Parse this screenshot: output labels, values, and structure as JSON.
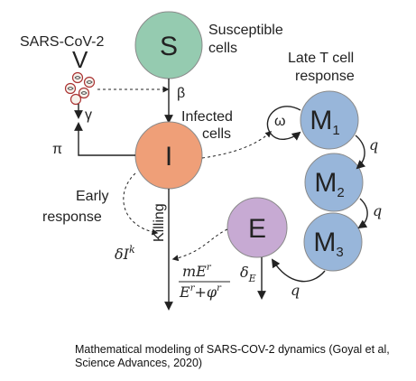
{
  "diagram": {
    "nodes": {
      "S": {
        "letter": "S",
        "label_line1": "Susceptible",
        "label_line2": "cells",
        "color": "#95cbb0"
      },
      "I": {
        "letter": "I",
        "label_line1": "Infected",
        "label_line2": "cells",
        "color": "#ef9f78"
      },
      "E": {
        "letter": "E",
        "color": "#c7aad3"
      },
      "M1": {
        "letter": "M",
        "sub": "1",
        "color": "#98b6da"
      },
      "M2": {
        "letter": "M",
        "sub": "2",
        "color": "#98b6da"
      },
      "M3": {
        "letter": "M",
        "sub": "3",
        "color": "#98b6da"
      }
    },
    "virus": {
      "label": "SARS-CoV-2",
      "symbol": "V"
    },
    "labels": {
      "beta": "β",
      "gamma": "γ",
      "pi": "π",
      "omega": "ω",
      "q": "q",
      "killing": "Killing",
      "early_line1": "Early",
      "early_line2": "response",
      "late_line1": "Late T cell",
      "late_line2": "response",
      "delta_base": "δI",
      "delta_exp": "k",
      "deltaE_base": "δ",
      "deltaE_sub": "E",
      "frac_num": "mE",
      "frac_num_exp": "r",
      "frac_den_a": "E",
      "frac_den_a_exp": "r",
      "frac_den_b": "+φ",
      "frac_den_b_exp": "r"
    }
  },
  "caption": "Mathematical modeling of SARS-COV-2 dynamics (Goyal et al, Science Advances, 2020)"
}
